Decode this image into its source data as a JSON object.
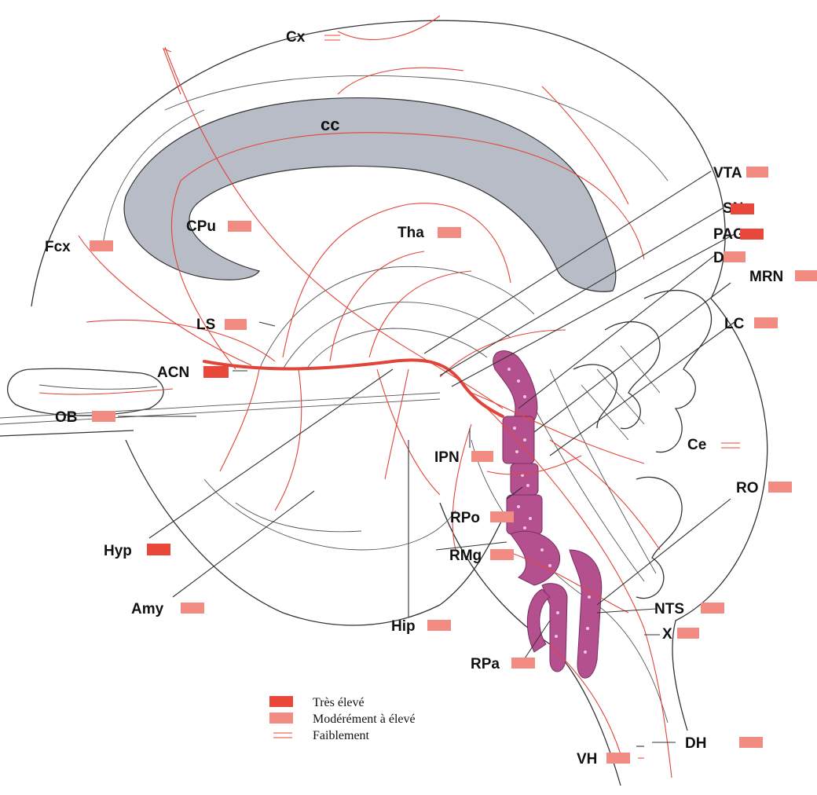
{
  "colors": {
    "very_high": "#e8473a",
    "moderate": "#f28b82",
    "low": "#f4a39b",
    "raphe": "#b5508f",
    "corpus_callosum": "#b7bcc6"
  },
  "labels": [
    {
      "id": "Cx",
      "text": "Cx",
      "level": "low"
    },
    {
      "id": "cc",
      "text": "cc",
      "level": "none"
    },
    {
      "id": "CPu",
      "text": "CPu",
      "level": "moderate"
    },
    {
      "id": "Tha",
      "text": "Tha",
      "level": "moderate"
    },
    {
      "id": "Fcx",
      "text": "Fcx",
      "level": "moderate"
    },
    {
      "id": "VTA",
      "text": "VTA",
      "level": "moderate"
    },
    {
      "id": "SN",
      "text": "SN",
      "level": "very_high"
    },
    {
      "id": "PAG",
      "text": "PAG",
      "level": "very_high"
    },
    {
      "id": "DRN",
      "text": "DRN",
      "level": "moderate"
    },
    {
      "id": "MRN",
      "text": "MRN",
      "level": "moderate"
    },
    {
      "id": "LC",
      "text": "LC",
      "level": "moderate"
    },
    {
      "id": "LS",
      "text": "LS",
      "level": "moderate"
    },
    {
      "id": "ACN",
      "text": "ACN",
      "level": "very_high"
    },
    {
      "id": "OB",
      "text": "OB",
      "level": "moderate"
    },
    {
      "id": "IPN",
      "text": "IPN",
      "level": "moderate"
    },
    {
      "id": "Ce",
      "text": "Ce",
      "level": "low"
    },
    {
      "id": "RO",
      "text": "RO",
      "level": "moderate"
    },
    {
      "id": "RPo",
      "text": "RPo",
      "level": "moderate"
    },
    {
      "id": "Hyp",
      "text": "Hyp",
      "level": "very_high"
    },
    {
      "id": "RMg",
      "text": "RMg",
      "level": "moderate"
    },
    {
      "id": "Amy",
      "text": "Amy",
      "level": "moderate"
    },
    {
      "id": "Hip",
      "text": "Hip",
      "level": "moderate"
    },
    {
      "id": "NTS",
      "text": "NTS",
      "level": "moderate"
    },
    {
      "id": "X",
      "text": "X",
      "level": "moderate"
    },
    {
      "id": "RPa",
      "text": "RPa",
      "level": "moderate"
    },
    {
      "id": "VH",
      "text": "VH",
      "level": "moderate"
    },
    {
      "id": "DH",
      "text": "DH",
      "level": "moderate"
    }
  ],
  "legend": {
    "very_high": "Très élevé",
    "moderate": "Modérément à élevé",
    "low": "Faiblement"
  }
}
